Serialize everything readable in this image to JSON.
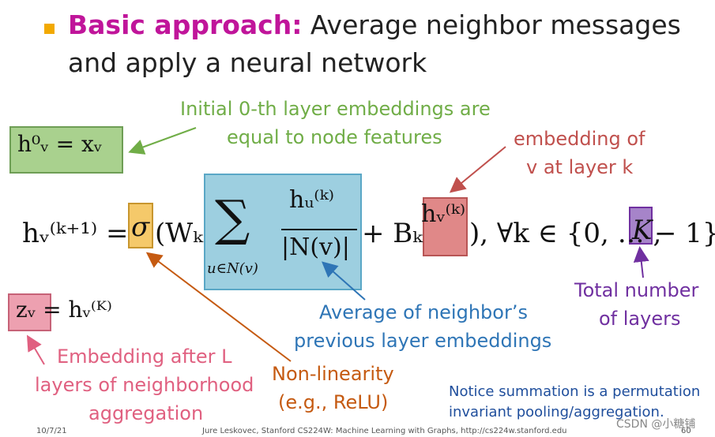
{
  "bullet": {
    "bold": "Basic approach:",
    "rest_line1": " Average neighbor messages",
    "line2": "and apply a neural network",
    "bullet_color": "#f2a900",
    "bold_color": "#c0159a"
  },
  "equations": {
    "h0": "h⁰ᵥ = xᵥ",
    "main_lhs": "hᵥ⁽ᵏ⁺¹⁾ =",
    "sigma": "σ",
    "w_k": "(Wₖ",
    "sum": "∑",
    "sum_sub": "u∈N(v)",
    "frac_num": "hᵤ⁽ᵏ⁾",
    "frac_den": "|N(v)|",
    "plus_b": "+ Bₖ",
    "h_k": "hᵥ⁽ᵏ⁾",
    "tail": "), ∀k ∈ {0, … ,",
    "K": "K",
    "end": "− 1}",
    "z": "zᵥ = hᵥ⁽ᴷ⁾"
  },
  "annotations": {
    "initial_line1": "Initial 0-th layer embeddings are",
    "initial_line2": "equal to node features",
    "embedding_line1": "embedding of",
    "embedding_line2": "v at layer k",
    "average_line1": "Average of neighbor’s",
    "average_line2": "previous layer embeddings",
    "total_line1": "Total number",
    "total_line2": "of layers",
    "after_line1": "Embedding after L",
    "after_line2": "layers of neighborhood",
    "after_line3": "aggregation",
    "nonlin_line1": "Non-linearity",
    "nonlin_line2": "(e.g., ReLU)",
    "notice_line1": "Notice summation is a permutation",
    "notice_line2": "invariant pooling/aggregation."
  },
  "footer": {
    "date": "10/7/21",
    "credit": "Jure Leskovec, Stanford CS224W: Machine Learning with Graphs, http://cs224w.stanford.edu",
    "page": "60",
    "watermark": "CSDN @小糖铺"
  },
  "colors": {
    "green": "#70ad47",
    "red": "#c0504d",
    "blue": "#2e75b6",
    "purple": "#7030a0",
    "orange": "#c55a11",
    "pink": "#e06080"
  }
}
